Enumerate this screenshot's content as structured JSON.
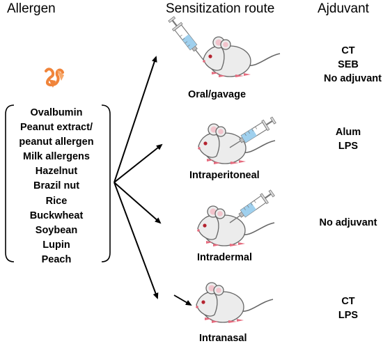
{
  "headers": {
    "allergen": "Allergen",
    "route": "Sensitization route",
    "adjuvant": "Ajduvant"
  },
  "allergens": [
    "Ovalbumin",
    "Peanut extract/",
    "peanut allergen",
    "Milk allergens",
    "Hazelnut",
    "Brazil nut",
    "Rice",
    "Buckwheat",
    "Soybean",
    "Lupin",
    "Peach"
  ],
  "routes": [
    {
      "label": "Oral/gavage",
      "adjuvants": [
        "CT",
        "SEB",
        "No adjuvant"
      ]
    },
    {
      "label": "Intraperitoneal",
      "adjuvants": [
        "Alum",
        "LPS"
      ]
    },
    {
      "label": "Intradermal",
      "adjuvants": [
        "No adjuvant"
      ]
    },
    {
      "label": "Intranasal",
      "adjuvants": [
        "CT",
        "LPS"
      ]
    }
  ],
  "colors": {
    "mouse_body": "#ececec",
    "mouse_outline": "#666666",
    "ear_inner": "#f2c4cc",
    "paw": "#e56b7e",
    "eye": "#b4232f",
    "syringe_fluid": "#9fd0ee",
    "protein": "#f0843a"
  }
}
